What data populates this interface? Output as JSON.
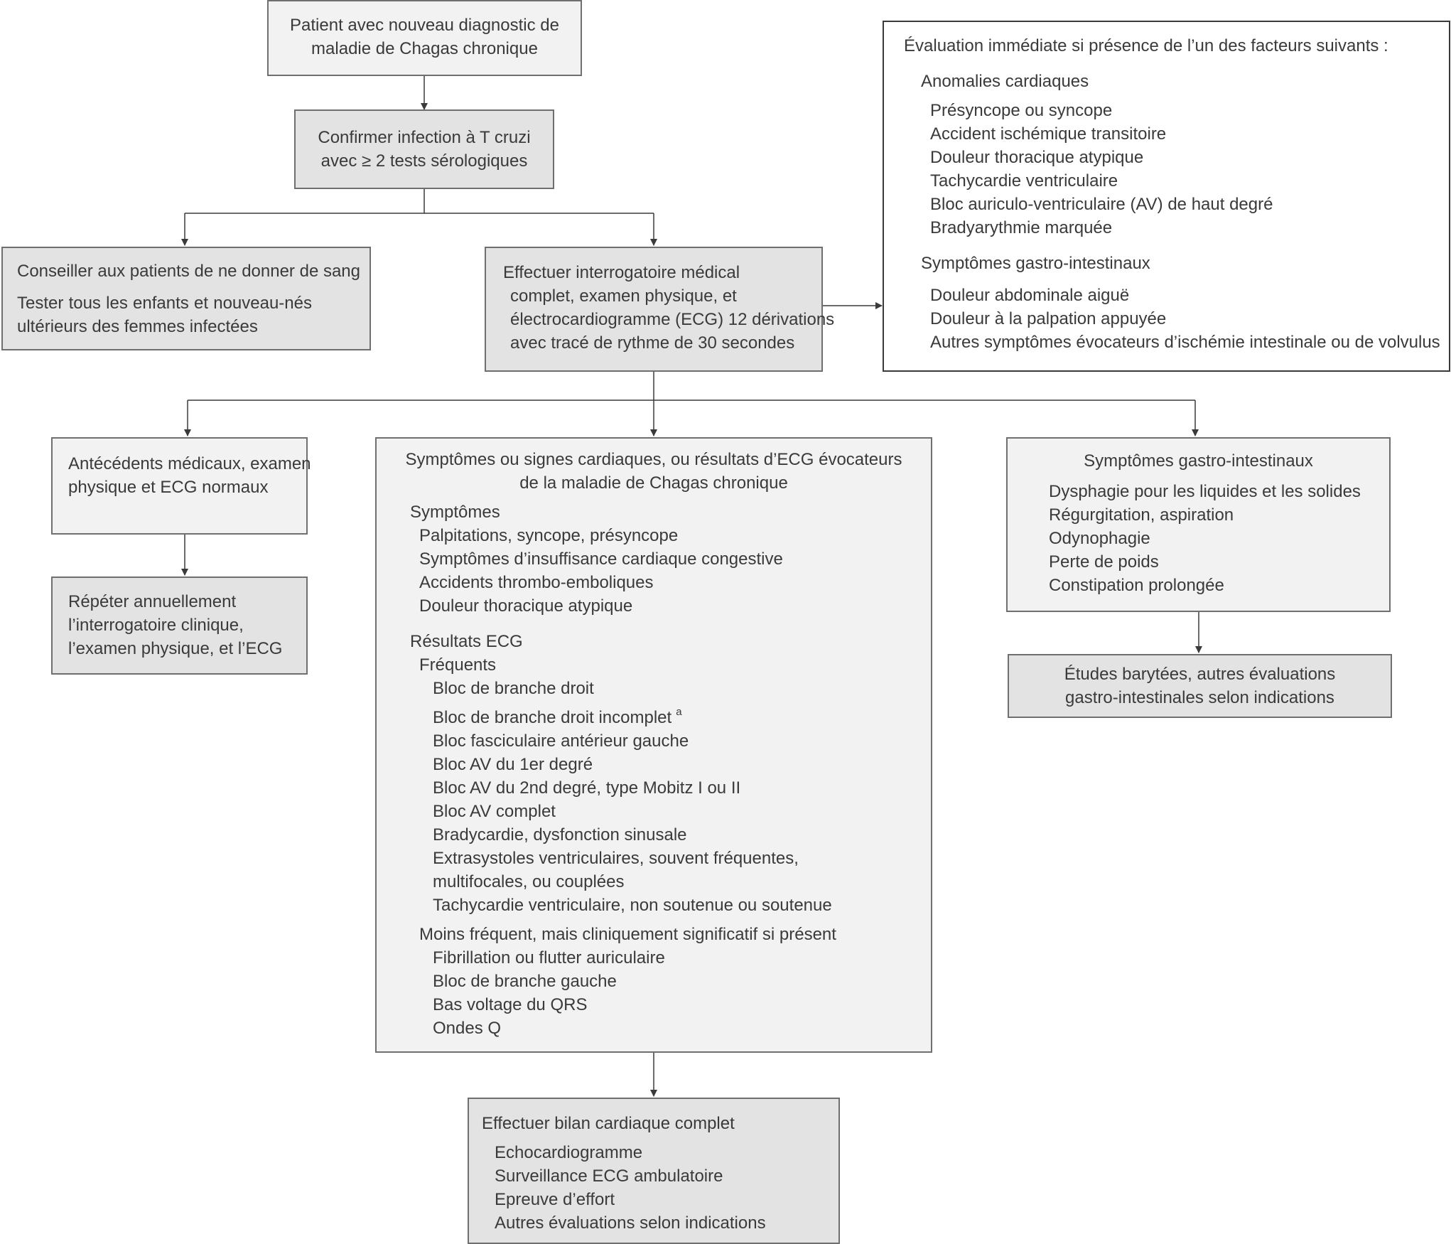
{
  "boxes": {
    "start": {
      "lines": [
        "Patient avec nouveau diagnostic de",
        "maladie de Chagas chronique"
      ]
    },
    "confirm": {
      "lines": [
        "Confirmer infection à T cruzi",
        "avec ≥ 2 tests sérologiques"
      ]
    },
    "advise": {
      "line1": "Conseiller aux patients de ne donner de sang",
      "line2": "Tester tous les enfants et nouveau-nés",
      "line3": "ultérieurs des femmes infectées"
    },
    "workup": {
      "lines": [
        "Effectuer interrogatoire médical",
        "complet, examen physique, et",
        "électrocardiogramme (ECG) 12 dérivations",
        "avec tracé de rythme de 30 secondes"
      ]
    },
    "urgent": {
      "title": "Évaluation immédiate si présence de l’un des facteurs suivants :",
      "cardiac_heading": "Anomalies cardiaques",
      "cardiac_items": [
        "Présyncope ou syncope",
        "Accident ischémique transitoire",
        "Douleur thoracique atypique",
        "Tachycardie ventriculaire",
        "Bloc auriculo-ventriculaire (AV) de haut degré",
        "Bradyarythmie marquée"
      ],
      "gi_heading": "Symptômes gastro-intestinaux",
      "gi_items": [
        "Douleur abdominale aiguë",
        "Douleur à la palpation appuyée",
        "Autres symptômes évocateurs d’ischémie intestinale ou de volvulus"
      ]
    },
    "normal": {
      "lines": [
        "Antécédents médicaux, examen",
        "physique et ECG normaux"
      ]
    },
    "repeat": {
      "lines": [
        "Répéter annuellement",
        "l’interrogatoire clinique,",
        "l’examen physique, et l’ECG"
      ]
    },
    "cardiac": {
      "title": [
        "Symptômes ou signes cardiaques, ou résultats d’ECG évocateurs",
        "de la maladie de Chagas chronique"
      ],
      "symptoms_heading": "Symptômes",
      "symptoms": [
        "Palpitations, syncope, présyncope",
        "Symptômes d’insuffisance cardiaque congestive",
        "Accidents thrombo-emboliques",
        "Douleur thoracique atypique"
      ],
      "ecg_heading": "Résultats ECG",
      "frequent_heading": "Fréquents",
      "frequent": [
        "Bloc de branche droit",
        "Bloc de branche droit incomplet",
        "Bloc fasciculaire antérieur gauche",
        "Bloc AV du 1er degré",
        "Bloc AV du 2nd degré, type Mobitz I ou II",
        "Bloc AV complet",
        "Bradycardie, dysfonction sinusale",
        "Extrasystoles ventriculaires, souvent fréquentes,",
        "multifocales, ou couplées",
        "Tachycardie ventriculaire, non soutenue ou soutenue"
      ],
      "footnote_mark": "a",
      "less_heading": "Moins fréquent, mais cliniquement significatif si présent",
      "less": [
        "Fibrillation ou flutter auriculaire",
        "Bloc de branche gauche",
        "Bas voltage du QRS",
        "Ondes Q"
      ]
    },
    "gi": {
      "title": "Symptômes gastro-intestinaux",
      "items": [
        "Dysphagie pour les liquides et les solides",
        "Régurgitation, aspiration",
        "Odynophagie",
        "Perte de poids",
        "Constipation prolongée"
      ]
    },
    "barium": {
      "lines": [
        "Études barytées, autres évaluations",
        "gastro-intestinales selon indications"
      ]
    },
    "bilan": {
      "title": "Effectuer bilan cardiaque complet",
      "items": [
        "Echocardiogramme",
        "Surveillance ECG ambulatoire",
        "Epreuve d’effort",
        "Autres évaluations selon indications"
      ]
    }
  }
}
